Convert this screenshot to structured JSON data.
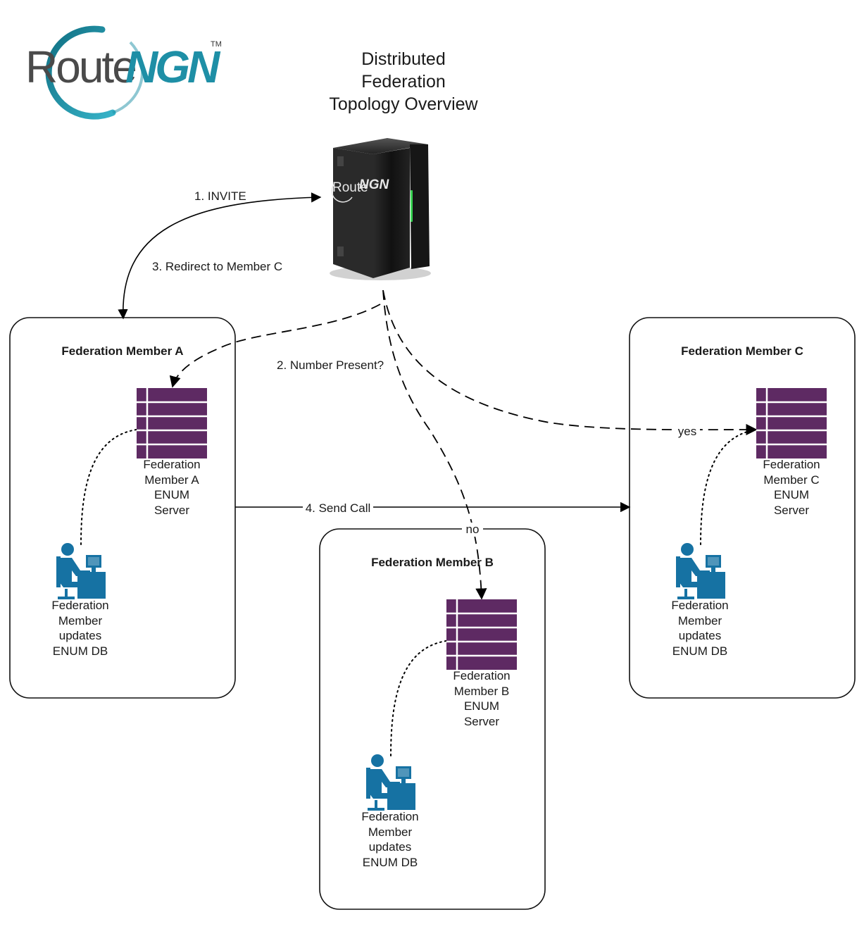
{
  "logo": {
    "route": "Route",
    "ngn": "NGN",
    "tm": "TM",
    "server_route": "Route",
    "server_ngn": "NGN"
  },
  "title": {
    "lines": [
      "Distributed",
      "Federation",
      "Topology Overview"
    ]
  },
  "members": {
    "a": {
      "title": "Federation Member A",
      "server_label": [
        "Federation",
        "Member A",
        "ENUM",
        "Server"
      ],
      "user_label": [
        "Federation",
        "Member",
        "updates",
        "ENUM DB"
      ]
    },
    "b": {
      "title": "Federation Member B",
      "server_label": [
        "Federation",
        "Member B",
        "ENUM",
        "Server"
      ],
      "user_label": [
        "Federation",
        "Member",
        "updates",
        "ENUM DB"
      ]
    },
    "c": {
      "title": "Federation Member C",
      "server_label": [
        "Federation",
        "Member C",
        "ENUM",
        "Server"
      ],
      "user_label": [
        "Federation",
        "Member",
        "updates",
        "ENUM DB"
      ]
    }
  },
  "edges": {
    "invite": "1. INVITE",
    "number_present": "2. Number Present?",
    "redirect": "3. Redirect to Member C",
    "send_call": "4. Send Call",
    "yes": "yes",
    "no": "no"
  },
  "colors": {
    "db": "#5e2a63",
    "db_line": "#ffffff",
    "user": "#1672a3",
    "logo_ring": "#1e8fa6",
    "server": "#1c1c1c",
    "server_led": "#39d353"
  }
}
